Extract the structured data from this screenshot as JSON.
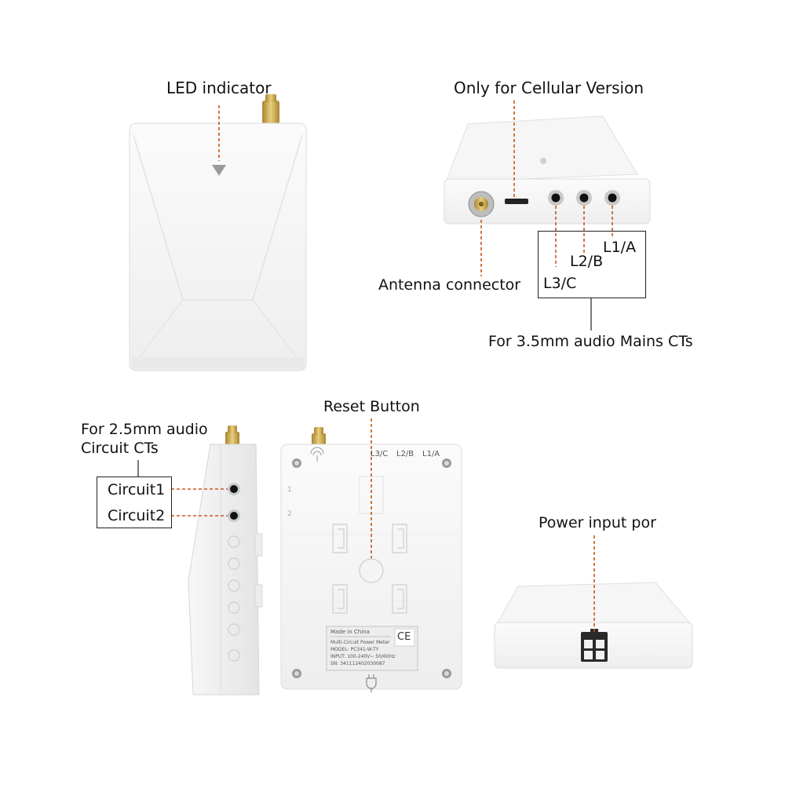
{
  "labels": {
    "led_indicator": "LED indicator",
    "cellular_only": "Only for Cellular Version",
    "antenna_connector": "Antenna connector",
    "l1": "L1/A",
    "l2": "L2/B",
    "l3": "L3/C",
    "mains_cts": "For 3.5mm audio Mains CTs",
    "reset_button": "Reset Button",
    "circuit_cts_line1": "For 2.5mm audio",
    "circuit_cts_line2": "Circuit CTs",
    "circuit1": "Circuit1",
    "circuit2": "Circuit2",
    "power_input": "Power input por"
  },
  "back_panel": {
    "ports": [
      "L3/C",
      "L2/B",
      "L1/A"
    ],
    "side_marks": [
      "1",
      "2"
    ],
    "sticker": {
      "made_in": "Made in China",
      "ce": "CE",
      "product": "Multi-Circuit Power Meter",
      "model": "MODEL: PC341-W-TY",
      "input": "INPUT: 100-240V~ 50/60Hz",
      "sn": "SN: 341112402030087"
    }
  },
  "colors": {
    "leader_line": "#c8561b",
    "device_body": "#f3f3f3",
    "device_edge": "#d6d6d6",
    "antenna_gold": "#c9a44a",
    "label_text": "#111111"
  }
}
